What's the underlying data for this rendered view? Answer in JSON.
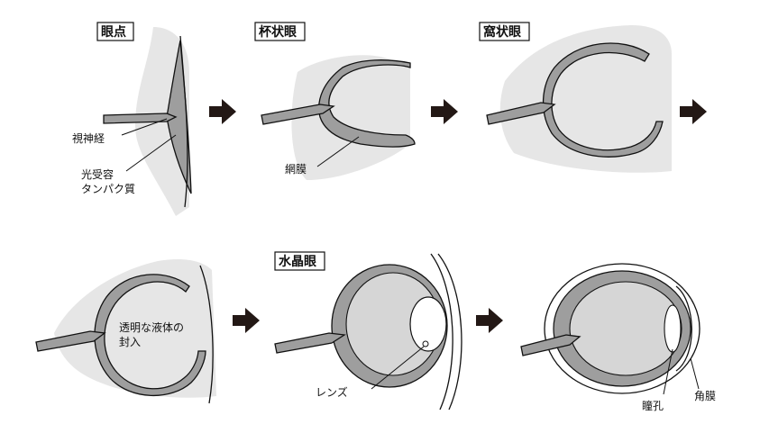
{
  "stages": [
    {
      "title": "眼点"
    },
    {
      "title": "杯状眼"
    },
    {
      "title": "窩状眼"
    },
    {
      "title": ""
    },
    {
      "title": "水晶眼"
    },
    {
      "title": ""
    }
  ],
  "labels": {
    "optic_nerve": "視神経",
    "photoreceptor_line1": "光受容",
    "photoreceptor_line2": "タンパク質",
    "retina": "網膜",
    "sealed_line1": "透明な液体の",
    "sealed_line2": "封入",
    "lens": "レンズ",
    "pupil": "瞳孔",
    "cornea": "角膜"
  },
  "icons": {
    "arrow": "right-arrow-icon"
  },
  "colors": {
    "tissue": "#9e9e9e",
    "skin": "#e6e6e6",
    "vitreous": "#d6d6d6",
    "arrow": "#231815"
  }
}
